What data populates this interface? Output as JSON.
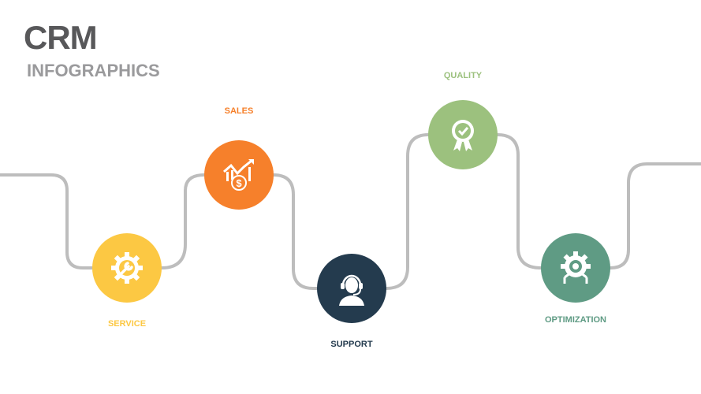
{
  "header": {
    "title": "CRM",
    "subtitle": "INFOGRAPHICS"
  },
  "steps": [
    {
      "label": "SERVICE",
      "icon": "gear-wrench-icon",
      "color": "#fcc843"
    },
    {
      "label": "SALES",
      "icon": "sales-chart-dollar-icon",
      "color": "#f6802b"
    },
    {
      "label": "SUPPORT",
      "icon": "headset-agent-icon",
      "color": "#243b4e"
    },
    {
      "label": "QUALITY",
      "icon": "quality-badge-icon",
      "color": "#9cc17e"
    },
    {
      "label": "OPTIMIZATION",
      "icon": "optimization-gear-icon",
      "color": "#5f9b84"
    }
  ]
}
